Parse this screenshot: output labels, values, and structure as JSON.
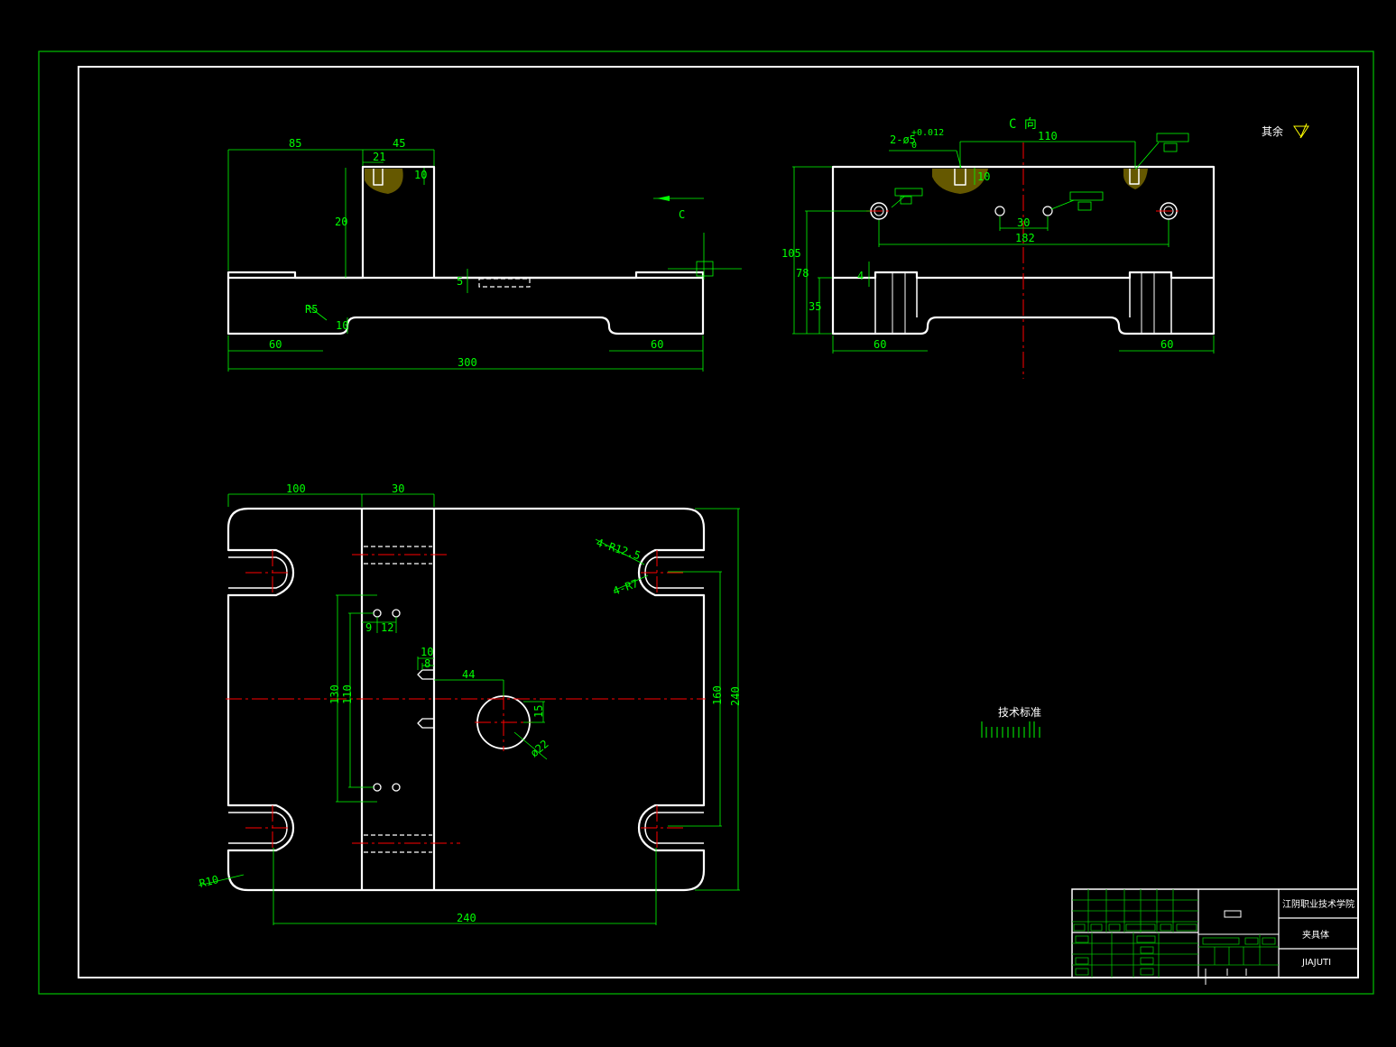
{
  "front_view": {
    "dims": [
      "85",
      "45",
      "21",
      "10",
      "20",
      "5",
      "R5",
      "10",
      "60",
      "60",
      "300"
    ],
    "section_label": "C"
  },
  "side_view": {
    "title": "C 向",
    "hole_spec": "2-ø5",
    "tol_upper": "+0.012",
    "tol_lower": "0",
    "dims": [
      "110",
      "10",
      "30",
      "182",
      "105",
      "78",
      "35",
      "4",
      "60",
      "60"
    ]
  },
  "plan_view": {
    "dims": [
      "100",
      "30",
      "4-R12.5",
      "4-R7",
      "9",
      "12",
      "10",
      "8",
      "44",
      "130",
      "110",
      "15",
      "ø22",
      "160",
      "240",
      "R10",
      "240"
    ]
  },
  "roughness_note": "其余",
  "tech_requirements": "技术标准",
  "title_block": {
    "school": "江阴职业技术学院",
    "part_name": "夹具体",
    "drawing_no": "JIAJUTI"
  }
}
